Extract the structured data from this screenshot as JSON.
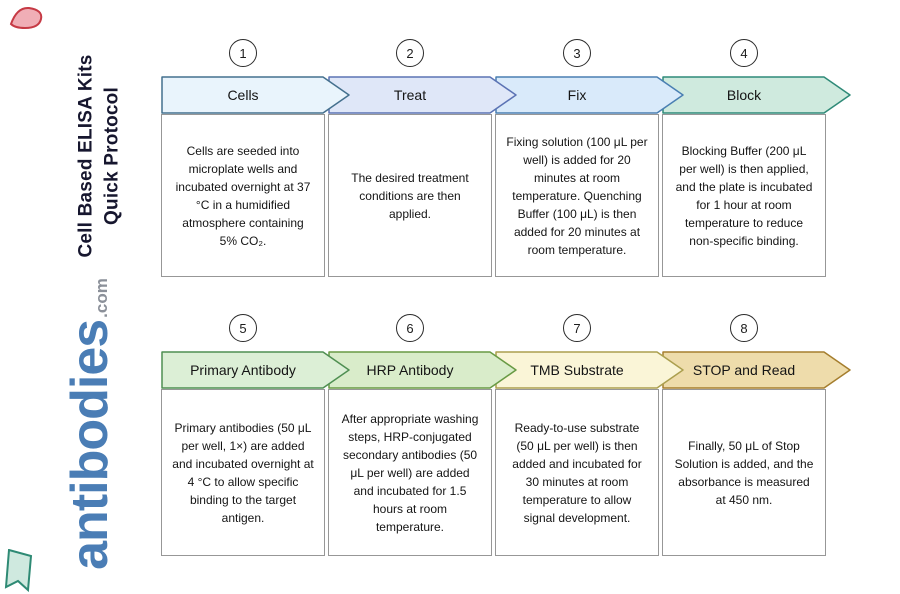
{
  "branding": {
    "title_line1": "Cell Based ELISA Kits",
    "title_line2": "Quick Protocol",
    "logo_text": "antibodies",
    "logo_suffix": ".com",
    "logo_color": "#4a7db5"
  },
  "steps": [
    {
      "number": "1",
      "label": "Cells",
      "fill": "#e9f4fc",
      "border": "#44708e",
      "description": "Cells are seeded into microplate wells and incubated overnight at 37 °C in a humidified atmosphere containing 5% CO₂."
    },
    {
      "number": "2",
      "label": "Treat",
      "fill": "#dfe7f8",
      "border": "#5b73b4",
      "description": "The desired treatment conditions are then applied."
    },
    {
      "number": "3",
      "label": "Fix",
      "fill": "#d9eafa",
      "border": "#4a7fb2",
      "description": "Fixing solution (100 μL per well) is added for 20 minutes at room temperature. Quenching Buffer (100 μL) is then added for 20 minutes at room temperature."
    },
    {
      "number": "4",
      "label": "Block",
      "fill": "#cfeade",
      "border": "#2f8a78",
      "description": "Blocking Buffer (200 μL per well) is then applied, and the plate is incubated for 1 hour at room temperature to reduce non-specific binding."
    },
    {
      "number": "5",
      "label": "Primary Antibody",
      "fill": "#dcefd6",
      "border": "#4f8f52",
      "description": "Primary antibodies (50 μL per well, 1×) are added and incubated overnight at 4 °C to allow specific binding to the target antigen."
    },
    {
      "number": "6",
      "label": "HRP Antibody",
      "fill": "#d9ecca",
      "border": "#689a44",
      "description": "After appropriate washing steps, HRP-conjugated secondary antibodies (50 μL per well) are added and incubated for 1.5 hours at room temperature."
    },
    {
      "number": "7",
      "label": "TMB Substrate",
      "fill": "#faf5d7",
      "border": "#ab9f4e",
      "description": "Ready-to-use substrate (50 μL per well) is then added and incubated for 30 minutes at room temperature to allow signal development."
    },
    {
      "number": "8",
      "label": "STOP and Read",
      "fill": "#eedcab",
      "border": "#a57e2e",
      "description": "Finally, 50 μL of Stop Solution is added, and the absorbance is measured at 450 nm."
    }
  ]
}
